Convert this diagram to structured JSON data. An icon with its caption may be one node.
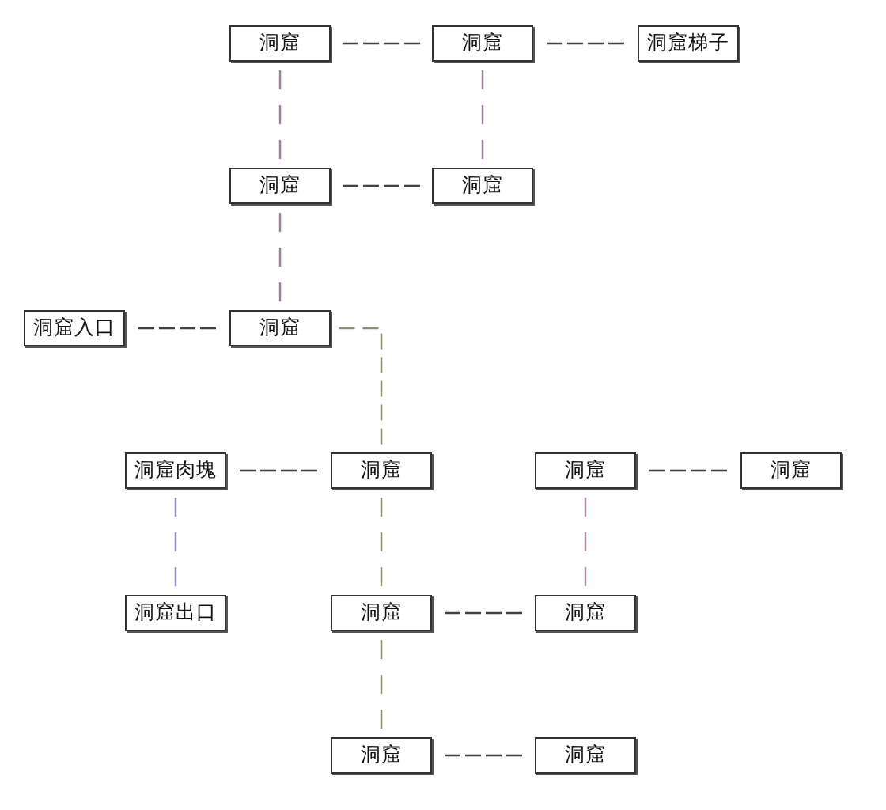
{
  "diagram": {
    "nodes": [
      {
        "text": [
          "洞窟"
        ]
      },
      {
        "text": [
          "洞窟"
        ]
      },
      {
        "text": [
          "洞窟梯子"
        ]
      },
      {
        "text": [
          "洞窟"
        ]
      },
      {
        "text": [
          "洞窟"
        ]
      },
      {
        "text": [
          "洞窟入口"
        ]
      },
      {
        "text": [
          "洞窟"
        ]
      },
      {
        "text": [
          "洞窟肉塊"
        ]
      },
      {
        "text": [
          "洞窟"
        ]
      },
      {
        "text": [
          "洞窟"
        ]
      },
      {
        "text": [
          "洞窟"
        ]
      },
      {
        "text": [
          "洞窟出口"
        ]
      },
      {
        "text": [
          "洞窟"
        ]
      },
      {
        "text": [
          "洞窟"
        ]
      },
      {
        "text": [
          "洞窟"
        ]
      },
      {
        "text": [
          "洞窟"
        ]
      }
    ],
    "edges": [
      {
        "from": 0,
        "to": 1,
        "arrow": "none",
        "style": "dashed"
      },
      {
        "from": 1,
        "to": 2,
        "arrow": "none",
        "style": "dashed"
      },
      {
        "from": 0,
        "to": 3,
        "arrow": "none",
        "style": "dashed",
        "color": "#9c7c9c"
      },
      {
        "from": 1,
        "to": 4,
        "arrow": "none",
        "style": "dashed",
        "color": "#9c7c9c"
      },
      {
        "from": 3,
        "to": 4,
        "arrow": "none",
        "style": "dashed"
      },
      {
        "from": 3,
        "to": 6,
        "arrow": "none",
        "style": "dashed",
        "color": "#9c7c9c"
      },
      {
        "from": 5,
        "to": 6,
        "arrow": "none",
        "style": "dashed"
      },
      {
        "from": 6,
        "to": 8,
        "arrow": "none",
        "style": "dashed",
        "color": "#8c8c68"
      },
      {
        "from": 7,
        "to": 8,
        "arrow": "none",
        "style": "dashed"
      },
      {
        "from": 9,
        "to": 10,
        "arrow": "none",
        "style": "dashed"
      },
      {
        "from": 7,
        "to": 11,
        "arrow": "none",
        "style": "dashed",
        "color": "#8c8cbc"
      },
      {
        "from": 8,
        "to": 12,
        "arrow": "none",
        "style": "dashed",
        "color": "#8c8c68"
      },
      {
        "from": 9,
        "to": 13,
        "arrow": "none",
        "style": "dashed",
        "color": "#b48ca8"
      },
      {
        "from": 12,
        "to": 13,
        "arrow": "none",
        "style": "dashed"
      },
      {
        "from": 12,
        "to": 14,
        "arrow": "none",
        "style": "dashed",
        "color": "#8c8c68"
      },
      {
        "from": 14,
        "to": 15,
        "arrow": "none",
        "style": "dashed"
      }
    ]
  }
}
